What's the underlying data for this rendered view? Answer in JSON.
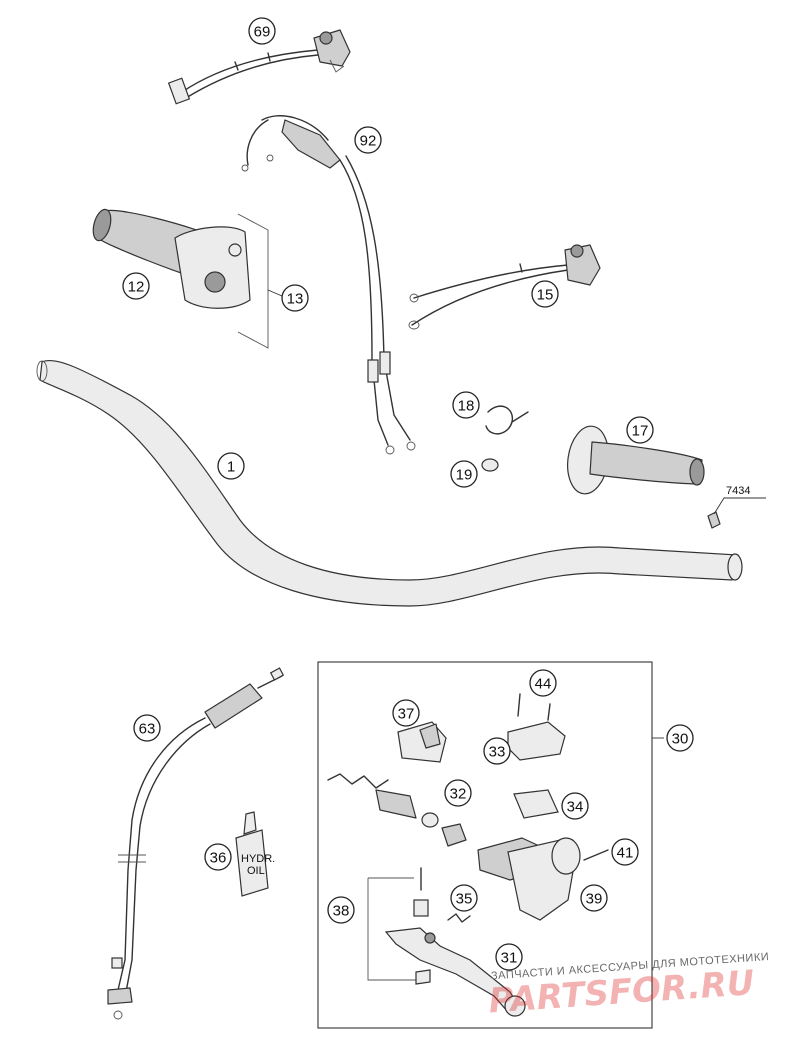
{
  "callouts": [
    {
      "id": "c-69",
      "label": "69"
    },
    {
      "id": "c-92",
      "label": "92"
    },
    {
      "id": "c-12",
      "label": "12"
    },
    {
      "id": "c-13",
      "label": "13"
    },
    {
      "id": "c-15",
      "label": "15"
    },
    {
      "id": "c-18",
      "label": "18"
    },
    {
      "id": "c-17",
      "label": "17"
    },
    {
      "id": "c-1",
      "label": "1"
    },
    {
      "id": "c-19",
      "label": "19"
    },
    {
      "id": "c-44",
      "label": "44"
    },
    {
      "id": "c-37",
      "label": "37"
    },
    {
      "id": "c-33",
      "label": "33"
    },
    {
      "id": "c-30",
      "label": "30"
    },
    {
      "id": "c-63",
      "label": "63"
    },
    {
      "id": "c-32",
      "label": "32"
    },
    {
      "id": "c-34",
      "label": "34"
    },
    {
      "id": "c-41",
      "label": "41"
    },
    {
      "id": "c-36",
      "label": "36"
    },
    {
      "id": "c-39",
      "label": "39"
    },
    {
      "id": "c-35",
      "label": "35"
    },
    {
      "id": "c-38",
      "label": "38"
    },
    {
      "id": "c-31",
      "label": "31"
    }
  ],
  "reference_code": "7434",
  "bottle_label": {
    "line1": "HYDR.",
    "line2": "OIL"
  },
  "watermark": {
    "tagline": "ЗАПЧАСТИ И АКСЕССУАРЫ ДЛЯ МОТОТЕХНИКИ",
    "logo": "PARTSFOR.RU"
  }
}
